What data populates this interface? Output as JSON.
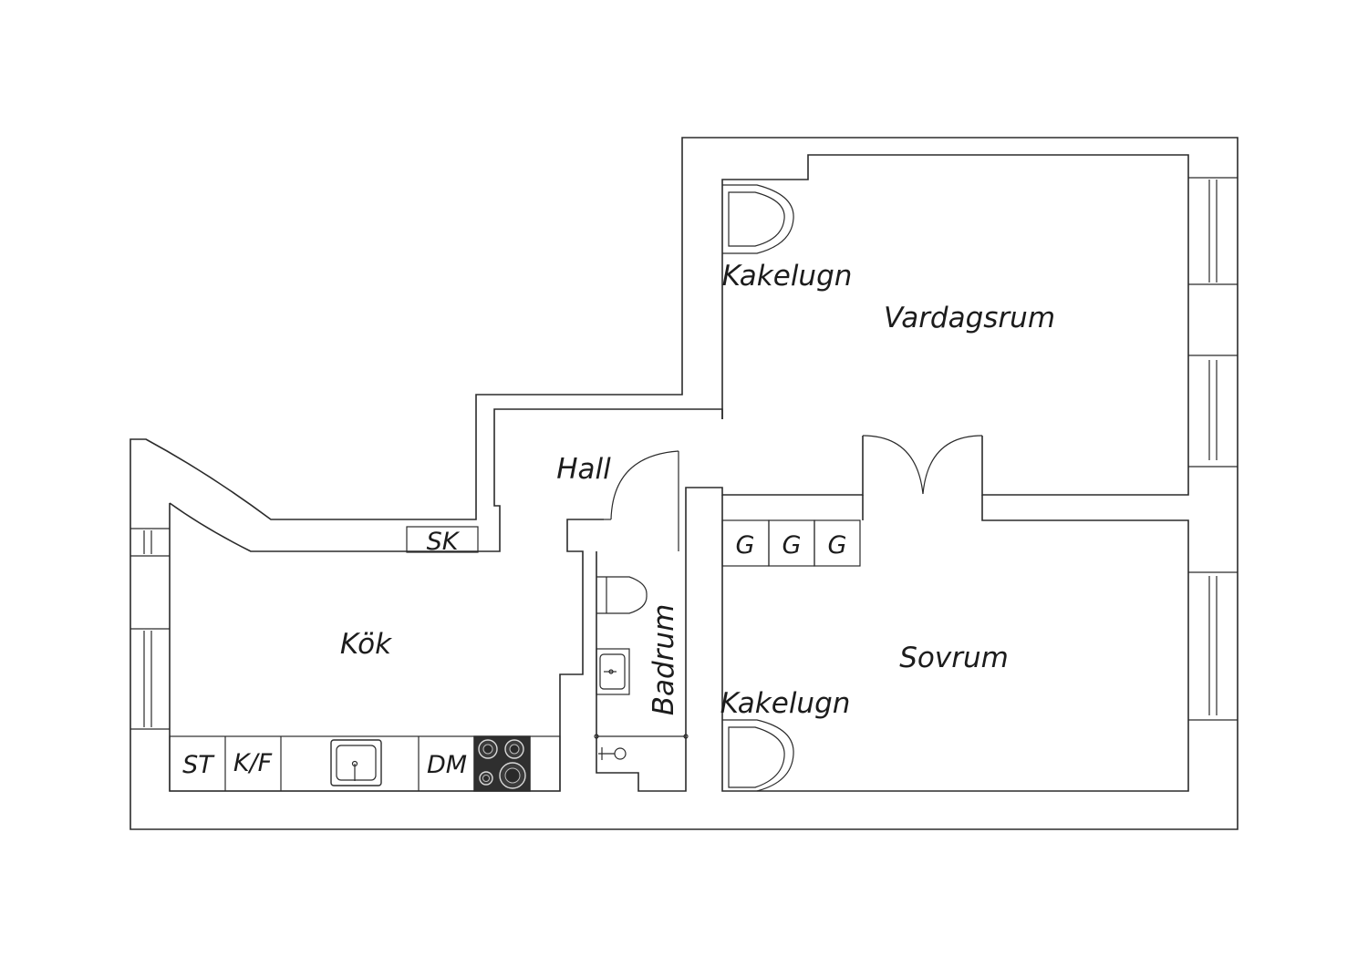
{
  "rooms": {
    "vardagsrum": "Vardagsrum",
    "sovrum": "Sovrum",
    "kok": "Kök",
    "hall": "Hall",
    "badrum": "Badrum"
  },
  "fixtures": {
    "kakelugn_top": "Kakelugn",
    "kakelugn_bottom": "Kakelugn",
    "sk": "SK",
    "st": "ST",
    "kf": "K/F",
    "dm": "DM",
    "g1": "G",
    "g2": "G",
    "g3": "G"
  }
}
